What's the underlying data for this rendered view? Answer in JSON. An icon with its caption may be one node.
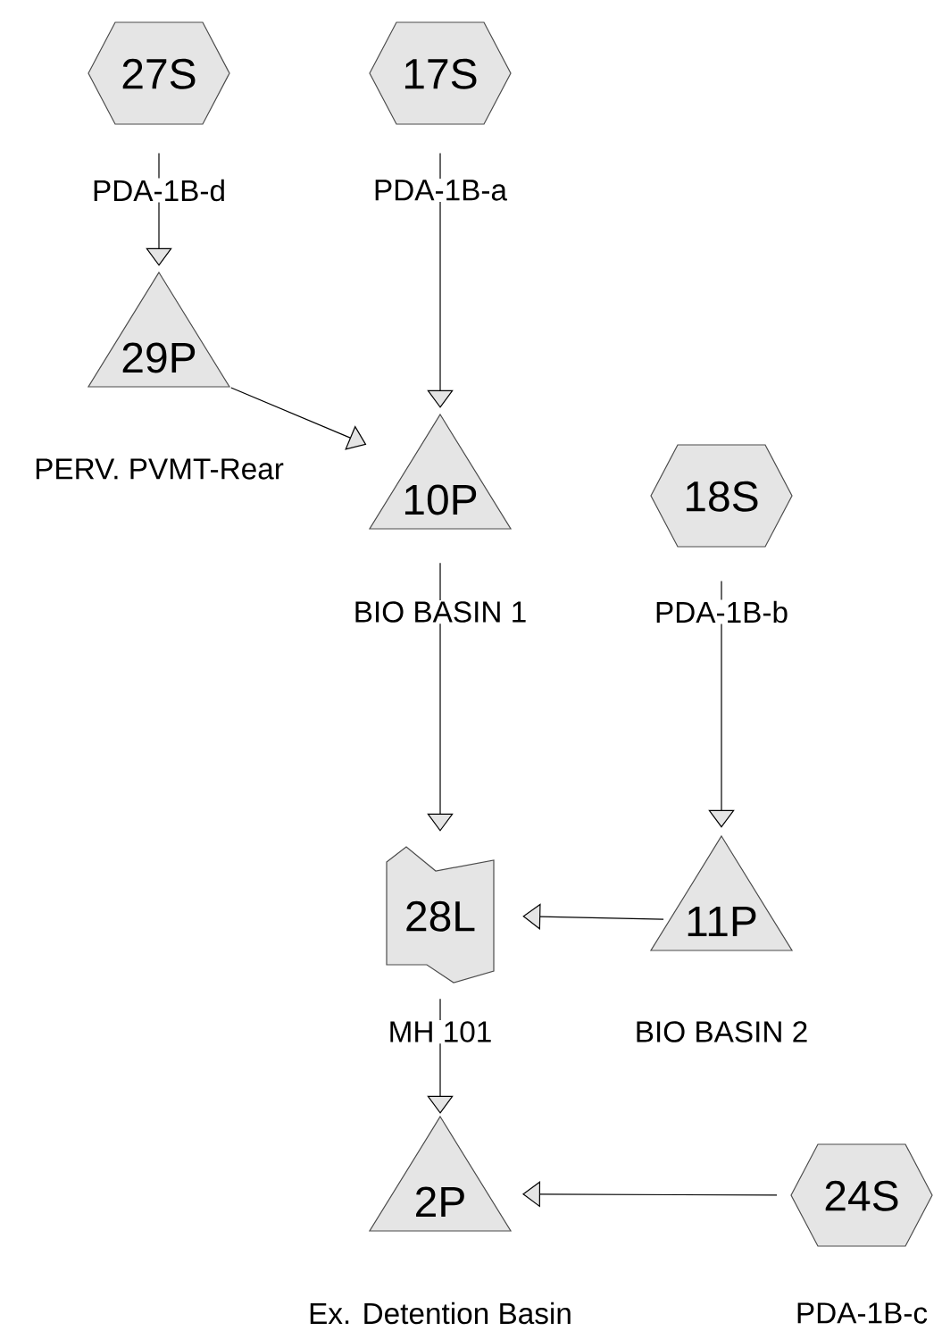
{
  "diagram": {
    "nodes": [
      {
        "text": [
          "27S"
        ],
        "beside": [
          "PDA-1B-d"
        ]
      },
      {
        "text": [
          "17S"
        ],
        "beside": [
          "PDA-1B-a"
        ]
      },
      {
        "text": [
          "29P"
        ],
        "beside": [
          "PERV. PVMT-Rear"
        ]
      },
      {
        "text": [
          "10P"
        ],
        "beside": [
          "BIO BASIN 1"
        ]
      },
      {
        "text": [
          "18S"
        ],
        "beside": [
          "PDA-1B-b"
        ]
      },
      {
        "text": [
          "28L"
        ],
        "beside": [
          "MH 101"
        ]
      },
      {
        "text": [
          "11P"
        ],
        "beside": [
          "BIO BASIN 2"
        ]
      },
      {
        "text": [
          "2P"
        ],
        "beside": [
          "Ex. Detention Basin"
        ]
      },
      {
        "text": [
          "24S"
        ],
        "beside": [
          "PDA-1B-c"
        ]
      }
    ],
    "edges": [
      {
        "from": 0,
        "to": 2,
        "arrow": "to"
      },
      {
        "from": 1,
        "to": 3,
        "arrow": "to"
      },
      {
        "from": 2,
        "to": 3,
        "arrow": "to"
      },
      {
        "from": 3,
        "to": 5,
        "arrow": "to"
      },
      {
        "from": 4,
        "to": 6,
        "arrow": "to"
      },
      {
        "from": 6,
        "to": 5,
        "arrow": "to"
      },
      {
        "from": 5,
        "to": 7,
        "arrow": "to"
      },
      {
        "from": 8,
        "to": 7,
        "arrow": "to"
      }
    ]
  }
}
